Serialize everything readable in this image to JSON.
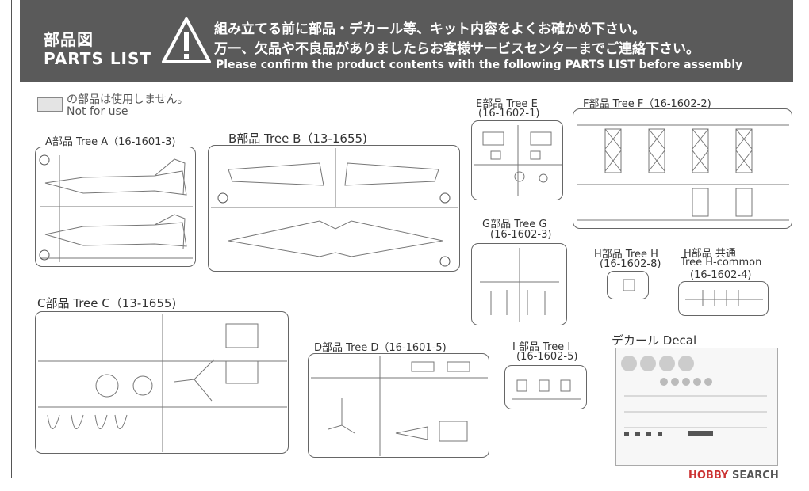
{
  "header": {
    "title_jp": "部品図",
    "title_en": "PARTS LIST",
    "warning_icon": "warning-triangle-icon",
    "notice_jp_1": "組み立てる前に部品・デカール等、キット内容をよくお確かめ下さい。",
    "notice_jp_2": "万一、欠品や不良品がありましたらお客様サービスセンターまでご連絡下さい。",
    "notice_en": "Please confirm the product contents with the following PARTS LIST before assembly"
  },
  "legend": {
    "jp": "の部品は使用しません。",
    "en": "Not for use"
  },
  "trees": {
    "a": {
      "label": "A部品 Tree A（16-1601-3)"
    },
    "b": {
      "label": "B部品 Tree B（13-1655)"
    },
    "c": {
      "label": "C部品 Tree C（13-1655)"
    },
    "d": {
      "label": "D部品 Tree D（16-1601-5)"
    },
    "e": {
      "label": "E部品 Tree E",
      "code": "(16-1602-1)"
    },
    "f": {
      "label": "F部品 Tree F（16-1602-2)"
    },
    "g": {
      "label": "G部品 Tree G",
      "code": "(16-1602-3)"
    },
    "h": {
      "label": "H部品 Tree H",
      "code": "(16-1602-8)"
    },
    "hc": {
      "label1": "H部品 共通",
      "label2": "Tree H-common",
      "code": "(16-1602-4)"
    },
    "i": {
      "label": "I 部品 Tree I",
      "code": "(16-1602-5)"
    },
    "decal": {
      "label": "デカール Decal"
    }
  },
  "watermark": {
    "brand": "HOBBY",
    "brand_b": "SEARCH"
  }
}
